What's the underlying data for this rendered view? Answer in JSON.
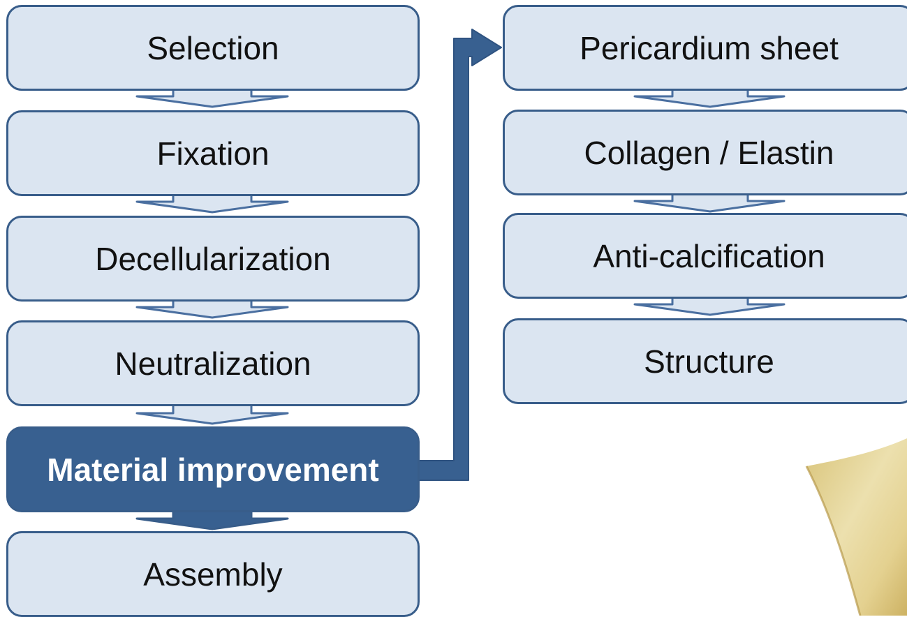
{
  "colors": {
    "box_fill": "#dbe5f1",
    "box_border": "#385d8a",
    "highlight_fill": "#386090",
    "highlight_text": "#ffffff",
    "arrow_fill": "#dbe5f1",
    "arrow_border": "#4a6fa0",
    "connector": "#386090",
    "tissue": "#e2cf88"
  },
  "left_column": {
    "steps": [
      {
        "label": "Selection"
      },
      {
        "label": "Fixation"
      },
      {
        "label": "Decellularization"
      },
      {
        "label": "Neutralization"
      },
      {
        "label": "Material improvement",
        "highlight": true
      },
      {
        "label": "Assembly"
      }
    ]
  },
  "right_column": {
    "steps": [
      {
        "label": "Pericardium sheet"
      },
      {
        "label": "Collagen / Elastin"
      },
      {
        "label": "Anti-calcification"
      },
      {
        "label": "Structure"
      }
    ]
  }
}
